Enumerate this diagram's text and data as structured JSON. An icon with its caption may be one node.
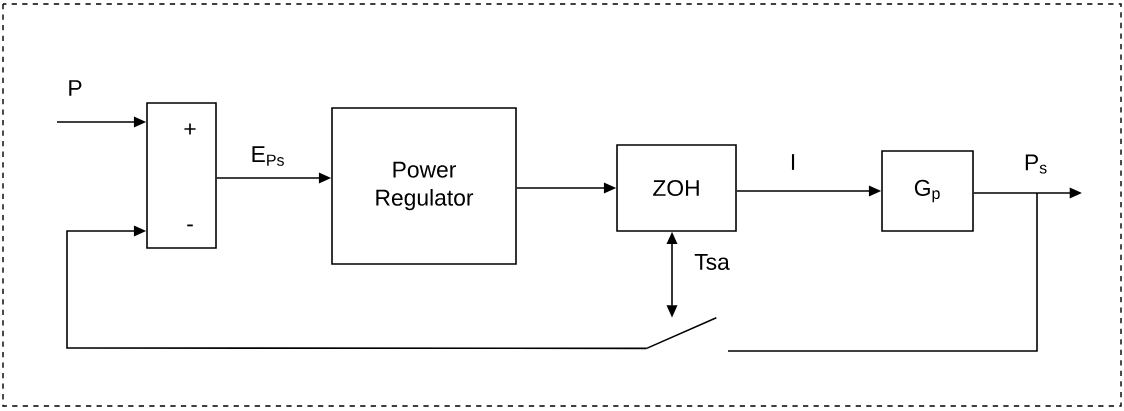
{
  "diagram": {
    "nodes": [
      {
        "text": [
          "+",
          "-"
        ]
      },
      {
        "text": [
          "Power Regulator"
        ]
      },
      {
        "text": [
          "ZOH"
        ]
      },
      {
        "text": [
          "G$_{p}$"
        ]
      },
      {
        "text": [],
        "shape": "switch"
      }
    ],
    "edges": [
      {
        "from": null,
        "to": 0,
        "arrow": "to",
        "label": "P"
      },
      {
        "from": 0,
        "to": 1,
        "arrow": "to",
        "label": "E$_{Ps}$"
      },
      {
        "from": 1,
        "to": 2,
        "arrow": "to"
      },
      {
        "from": 2,
        "to": 3,
        "arrow": "to",
        "label": "I"
      },
      {
        "from": 3,
        "to": null,
        "arrow": "to",
        "label": "P$_{s}$"
      },
      {
        "from": 2,
        "to": 4,
        "arrow": "both",
        "label": "Tsa"
      },
      {
        "from": 3,
        "to": 4,
        "arrow": "none"
      },
      {
        "from": 4,
        "to": 0,
        "arrow": "to"
      }
    ]
  }
}
